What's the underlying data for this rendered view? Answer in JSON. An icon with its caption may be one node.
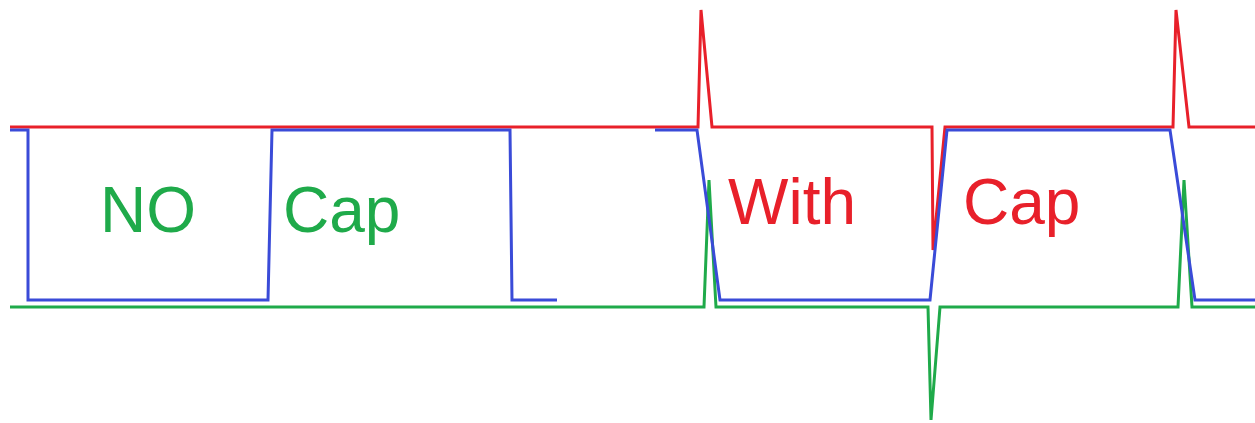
{
  "diagram": {
    "labels": [
      "NO",
      "Cap",
      "With",
      "Cap"
    ]
  }
}
